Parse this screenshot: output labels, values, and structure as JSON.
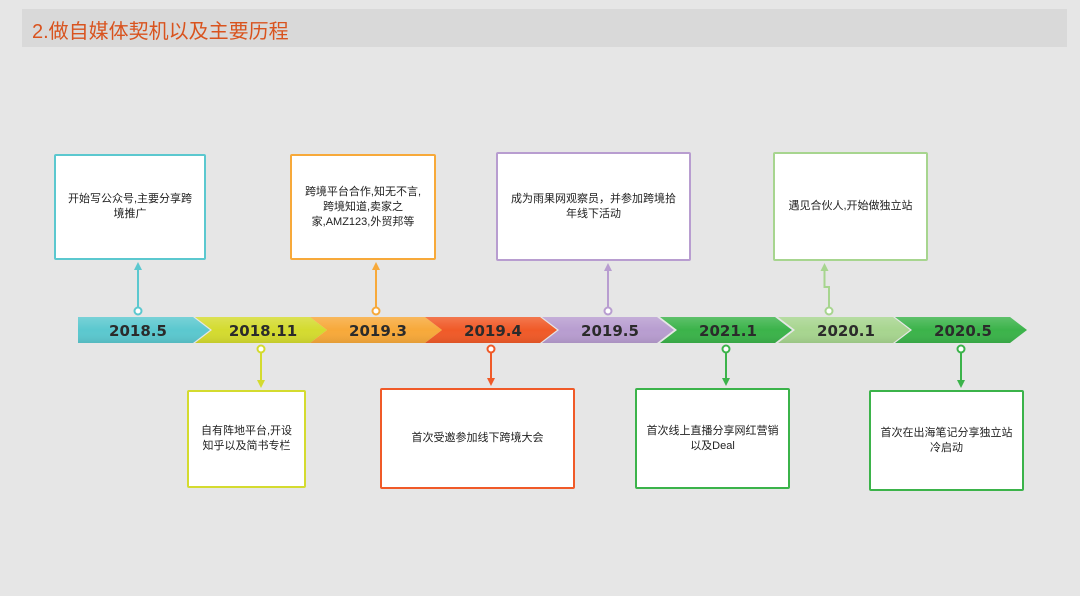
{
  "title": "2.做自媒体契机以及主要历程",
  "colors": {
    "title": "#d9531e",
    "c1": "#5bc8cf",
    "c2": "#d4db2f",
    "c3": "#f7a93a",
    "c4": "#f05a28",
    "c5": "#b89dd0",
    "c6": "#3bb34a",
    "c7": "#a7d58f",
    "c8": "#3bb34a"
  },
  "milestones": [
    {
      "year": "2018.5",
      "text": "开始写公众号,主要分享跨境推广",
      "color": "#5bc8cf",
      "position": "above"
    },
    {
      "year": "2018.11",
      "text": "自有阵地平台,开设知乎以及简书专栏",
      "color": "#d4db2f",
      "position": "below"
    },
    {
      "year": "2019.3",
      "text": "跨境平台合作,知无不言,跨境知道,卖家之家,AMZ123,外贸邦等",
      "color": "#f7a93a",
      "position": "above"
    },
    {
      "year": "2019.4",
      "text": "首次受邀参加线下跨境大会",
      "color": "#f05a28",
      "position": "below"
    },
    {
      "year": "2019.5",
      "text": "成为雨果网观察员，并参加跨境拾年线下活动",
      "color": "#b89dd0",
      "position": "above"
    },
    {
      "year": "2021.1",
      "text": "首次线上直播分享网红营销以及Deal",
      "color": "#3bb34a",
      "position": "below"
    },
    {
      "year": "2020.1",
      "text": "遇见合伙人,开始做独立站",
      "color": "#a7d58f",
      "position": "above"
    },
    {
      "year": "2020.5",
      "text": "首次在出海笔记分享独立站冷启动",
      "color": "#3bb34a",
      "position": "below"
    }
  ]
}
